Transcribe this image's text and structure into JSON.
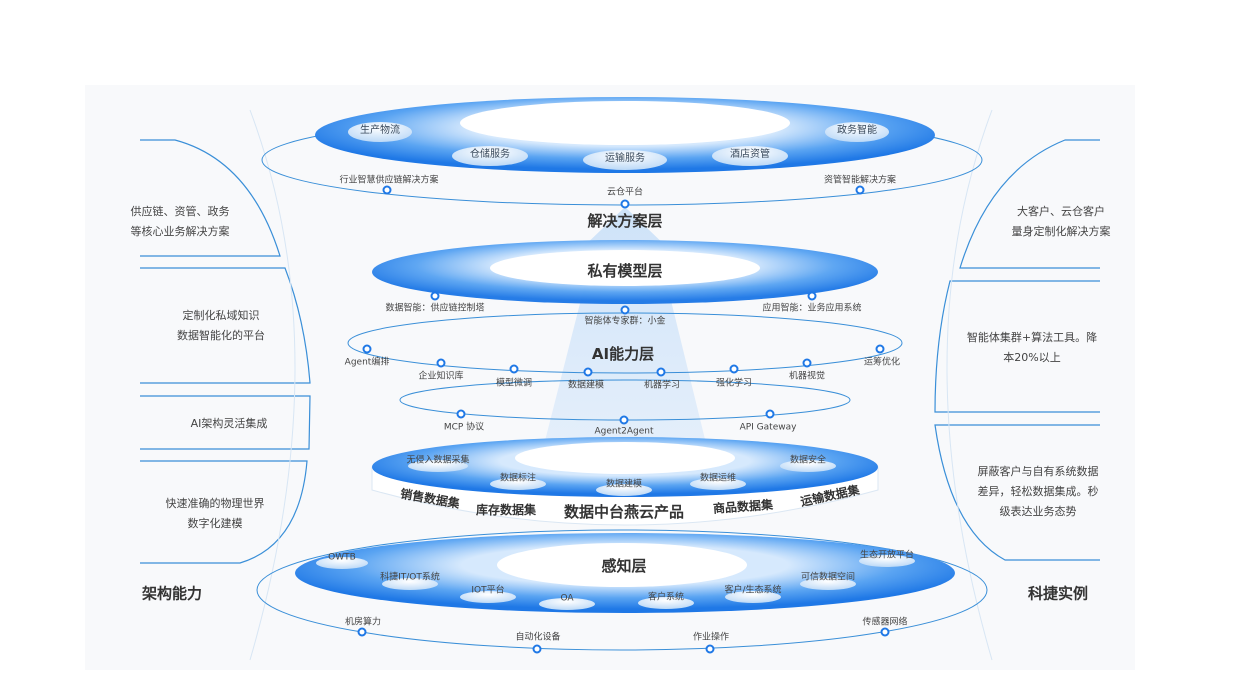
{
  "solution_layer": {
    "title": "解决方案层",
    "pills": [
      "生产物流",
      "仓储服务",
      "运输服务",
      "酒店资管",
      "政务智能"
    ],
    "nodes": [
      "行业智慧供应链解决方案",
      "云仓平台",
      "资管智能解决方案"
    ]
  },
  "private_model_layer": {
    "title": "私有模型层",
    "nodes": [
      "数据智能：供应链控制塔",
      "智能体专家群：小金",
      "应用智能：业务应用系统"
    ]
  },
  "ai_layer": {
    "title": "AI能力层",
    "nodes": [
      "Agent编排",
      "企业知识库",
      "模型微调",
      "数据建模",
      "机器学习",
      "强化学习",
      "机器视觉",
      "运筹优化"
    ],
    "protocols": [
      "MCP 协议",
      "Agent2Agent",
      "API Gateway"
    ]
  },
  "data_platform": {
    "title": "数据中台燕云产品",
    "pills": [
      "无侵入数据采集",
      "数据标注",
      "数据建模",
      "数据运维",
      "数据安全"
    ],
    "datasets": [
      "销售数据集",
      "库存数据集",
      "商品数据集",
      "运输数据集"
    ]
  },
  "perception_layer": {
    "title": "感知层",
    "pills": [
      "OWTB",
      "科捷IT/OT系统",
      "IOT平台",
      "OA",
      "客户系统",
      "客户/生态系统",
      "可信数据空间",
      "生态开放平台"
    ],
    "nodes": [
      "机房算力",
      "自动化设备",
      "作业操作",
      "传感器网络"
    ]
  },
  "left": {
    "heading": "架构能力",
    "items": [
      [
        "供应链、资管、政务",
        "等核心业务解决方案"
      ],
      [
        "定制化私域知识",
        "数据智能化的平台"
      ],
      [
        "AI架构灵活集成"
      ],
      [
        "快速准确的物理世界",
        "数字化建模"
      ]
    ]
  },
  "right": {
    "heading": "科捷实例",
    "items": [
      [
        "大客户、云仓客户",
        "量身定制化解决方案"
      ],
      [
        "智能体集群+算法工具。降",
        "本20%以上"
      ],
      [
        "屏蔽客户与自有系统数据",
        "差异，轻松数据集成。秒",
        "级表达业务态势"
      ]
    ]
  },
  "colors": {
    "accent": "#1f7ae8",
    "line": "#3a8fd8",
    "panel": "#f8f9fb"
  }
}
